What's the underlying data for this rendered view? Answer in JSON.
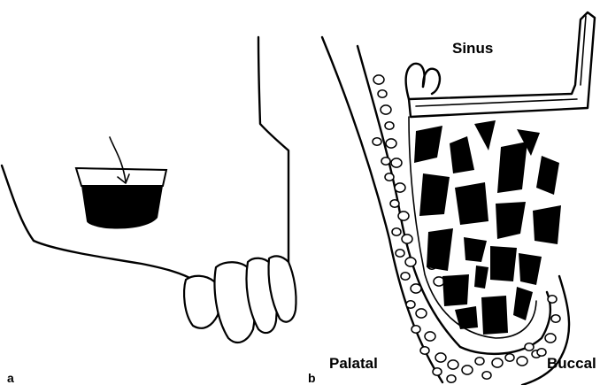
{
  "labels": {
    "sinus": "Sinus",
    "palatal": "Palatal",
    "buccal": "Buccal"
  },
  "panel_marks": {
    "left": "a",
    "right": "b"
  }
}
